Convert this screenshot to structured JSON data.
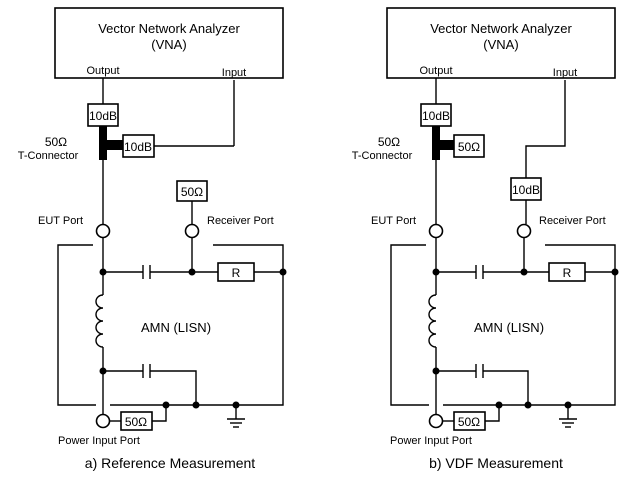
{
  "panels": [
    {
      "vna_title": "Vector Network Analyzer",
      "vna_subtitle": "(VNA)",
      "output_label": "Output",
      "input_label": "Input",
      "att_top": "10dB",
      "att_side": "10dB",
      "tconn_ohm": "50Ω",
      "tconn_label": "T-Connector",
      "receiver_box": "50Ω",
      "eut_port": "EUT Port",
      "receiver_port": "Receiver Port",
      "resistor": "R",
      "amn": "AMN (LISN)",
      "term_50": "50Ω",
      "power_port": "Power Input Port",
      "caption": "a) Reference Measurement"
    },
    {
      "vna_title": "Vector Network Analyzer",
      "vna_subtitle": "(VNA)",
      "output_label": "Output",
      "input_label": "Input",
      "att_top": "10dB",
      "att_side": "50Ω",
      "tconn_ohm": "50Ω",
      "tconn_label": "T-Connector",
      "receiver_box": "10dB",
      "eut_port": "EUT Port",
      "receiver_port": "Receiver Port",
      "resistor": "R",
      "amn": "AMN (LISN)",
      "term_50": "50Ω",
      "power_port": "Power Input Port",
      "caption": "b) VDF Measurement"
    }
  ]
}
